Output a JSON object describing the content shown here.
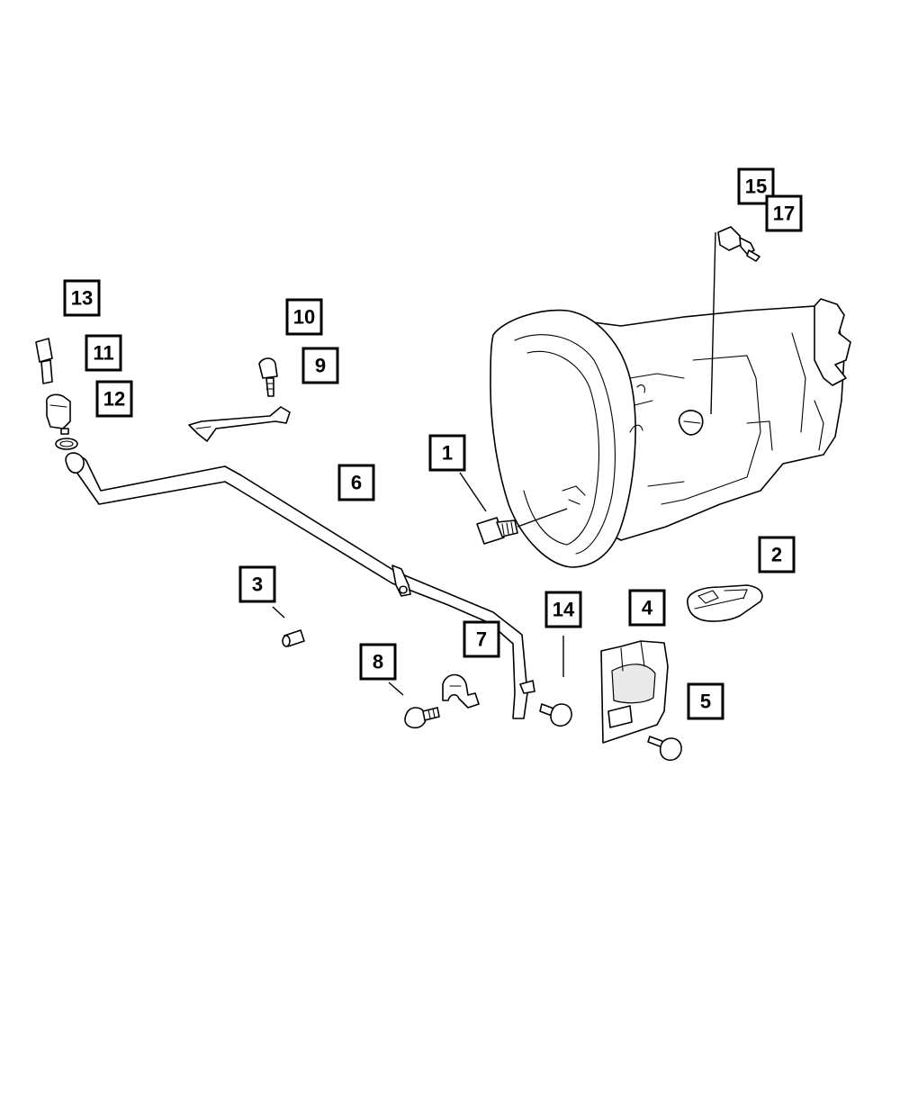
{
  "diagram": {
    "callouts": [
      {
        "id": "1",
        "label": "1"
      },
      {
        "id": "2",
        "label": "2"
      },
      {
        "id": "3",
        "label": "3"
      },
      {
        "id": "4",
        "label": "4"
      },
      {
        "id": "5",
        "label": "5"
      },
      {
        "id": "6",
        "label": "6"
      },
      {
        "id": "7",
        "label": "7"
      },
      {
        "id": "8",
        "label": "8"
      },
      {
        "id": "9",
        "label": "9"
      },
      {
        "id": "10",
        "label": "10"
      },
      {
        "id": "11",
        "label": "11"
      },
      {
        "id": "12",
        "label": "12"
      },
      {
        "id": "13",
        "label": "13"
      },
      {
        "id": "14",
        "label": "14"
      },
      {
        "id": "15",
        "label": "15"
      },
      {
        "id": "17",
        "label": "17"
      }
    ],
    "colors": {
      "line": "#000000",
      "background": "#ffffff",
      "shade": "#e9e9e9"
    }
  }
}
